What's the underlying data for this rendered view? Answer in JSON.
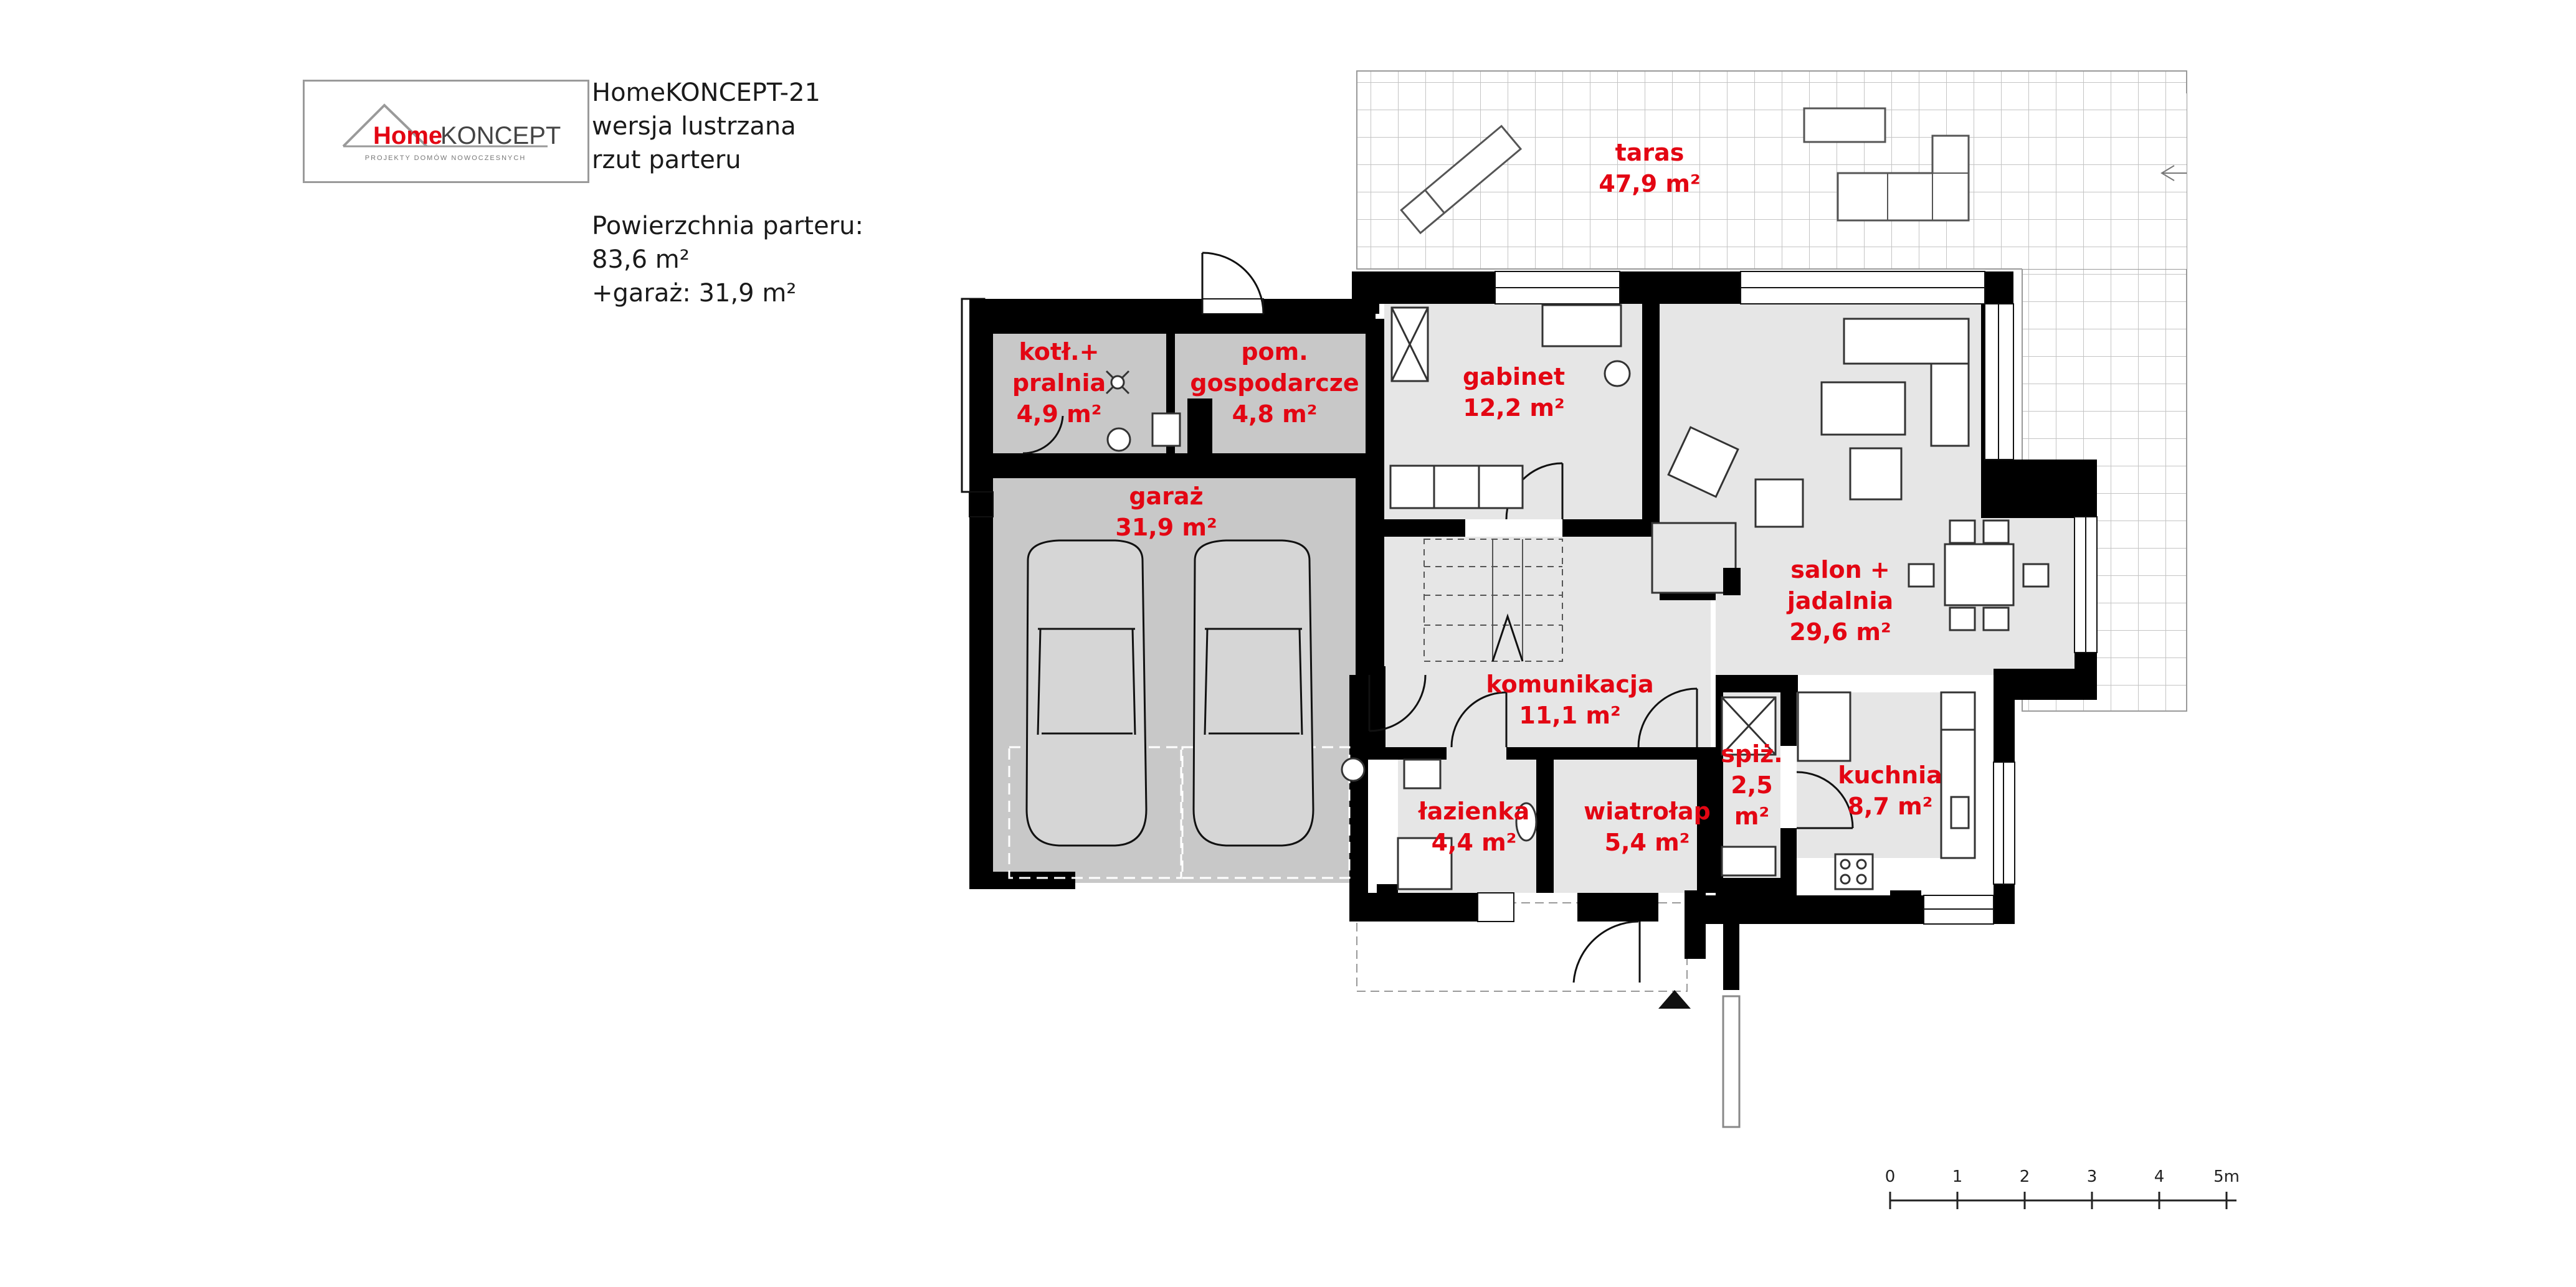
{
  "logo": {
    "home": "Home",
    "koncept": "KONCEPT",
    "tagline": "PROJEKTY DOMÓW NOWOCZESNYCH",
    "brand_color": "#e30613"
  },
  "info": {
    "line1": "HomeKONCEPT-21",
    "line2": "wersja lustrzana",
    "line3": "rzut parteru",
    "area_title": "Powierzchnia parteru:",
    "area_value": "83,6 m²",
    "garage_value": "+garaż: 31,9 m²"
  },
  "rooms": {
    "taras": {
      "name": "taras",
      "area": "47,9 m²"
    },
    "kotl": {
      "line1": "kotł.+",
      "line2": "pralnia",
      "area": "4,9 m²"
    },
    "pom": {
      "line1": "pom.",
      "line2": "gospodarcze",
      "area": "4,8 m²"
    },
    "gabinet": {
      "name": "gabinet",
      "area": "12,2 m²"
    },
    "garaz": {
      "name": "garaż",
      "area": "31,9 m²"
    },
    "salon": {
      "line1": "salon +",
      "line2": "jadalnia",
      "area": "29,6 m²"
    },
    "komunikacja": {
      "name": "komunikacja",
      "area": "11,1 m²"
    },
    "spiz": {
      "line1": "spiż.",
      "line2": "2,5",
      "line3": "m²"
    },
    "kuchnia": {
      "name": "kuchnia",
      "area": "8,7 m²"
    },
    "lazienka": {
      "name": "łazienka",
      "area": "4,4 m²"
    },
    "wiatrolap": {
      "name": "wiatrołap",
      "area": "5,4 m²"
    }
  },
  "scale": {
    "ticks": [
      "0",
      "1",
      "2",
      "3",
      "4",
      "5m"
    ]
  },
  "colors": {
    "label_red": "#e30613",
    "room_gray": "#c8c8c8",
    "room_light": "#e6e6e6",
    "wall": "#000000"
  }
}
